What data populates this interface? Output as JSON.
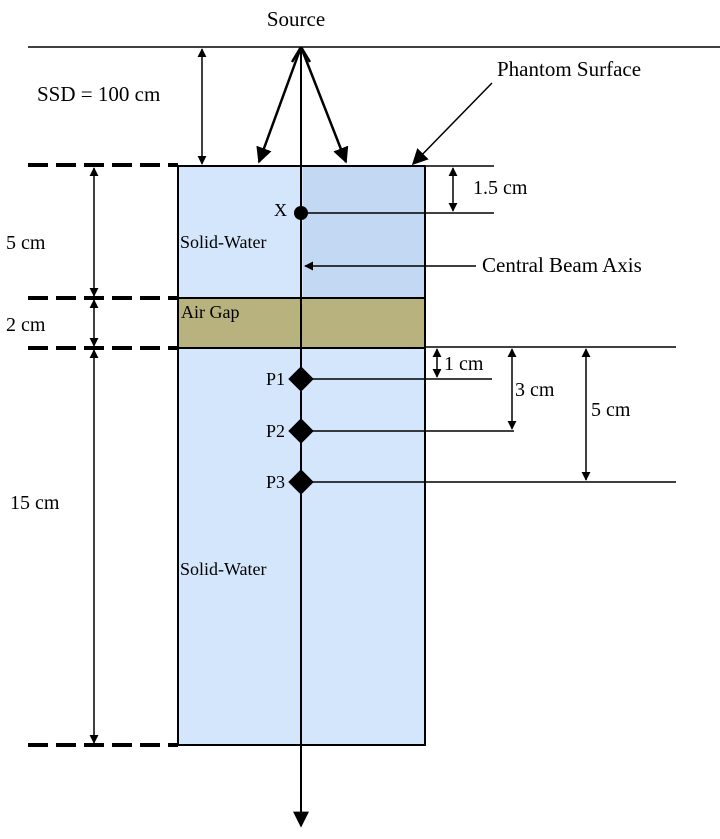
{
  "labels": {
    "source": "Source",
    "phantom_surface": "Phantom Surface",
    "ssd": "SSD = 100 cm",
    "depth_1_5cm": "1.5 cm",
    "point_x": "X",
    "solid_water_top": "Solid-Water",
    "central_beam_axis": "Central Beam Axis",
    "thickness_5cm": "5 cm",
    "thickness_2cm": "2 cm",
    "air_gap": "Air Gap",
    "depth_1cm": "1 cm",
    "depth_3cm": "3 cm",
    "depth_5cm": "5 cm",
    "point_p1": "P1",
    "point_p2": "P2",
    "point_p3": "P3",
    "thickness_15cm": "15 cm",
    "solid_water_bottom": "Solid-Water"
  },
  "colors": {
    "solid_water": "#d4e6fb",
    "field_shade": "#c3d8f2",
    "air_gap": "#b7b27e",
    "line": "#000000"
  }
}
